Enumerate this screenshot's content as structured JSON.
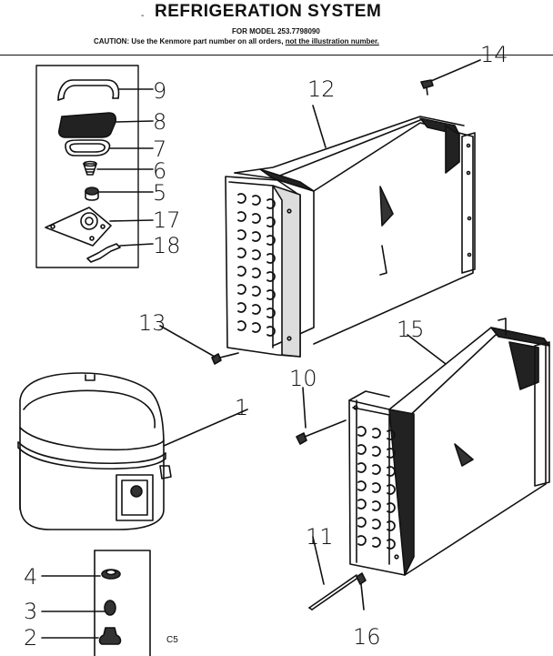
{
  "header": {
    "title": "REFRIGERATION SYSTEM",
    "model_line": "FOR MODEL 253.7798090",
    "caution_prefix": "CAUTION: Use the Kenmore part number on all orders,",
    "caution_not": "not the illustration number."
  },
  "callouts": {
    "c1": "1",
    "c2": "2",
    "c3": "3",
    "c4": "4",
    "c5": "5",
    "c6": "6",
    "c7": "7",
    "c8": "8",
    "c9": "9",
    "c10": "10",
    "c11": "11",
    "c12": "12",
    "c13": "13",
    "c14": "14",
    "c15": "15",
    "c16": "16",
    "c17": "17",
    "c18": "18"
  },
  "footer_code": "C5"
}
